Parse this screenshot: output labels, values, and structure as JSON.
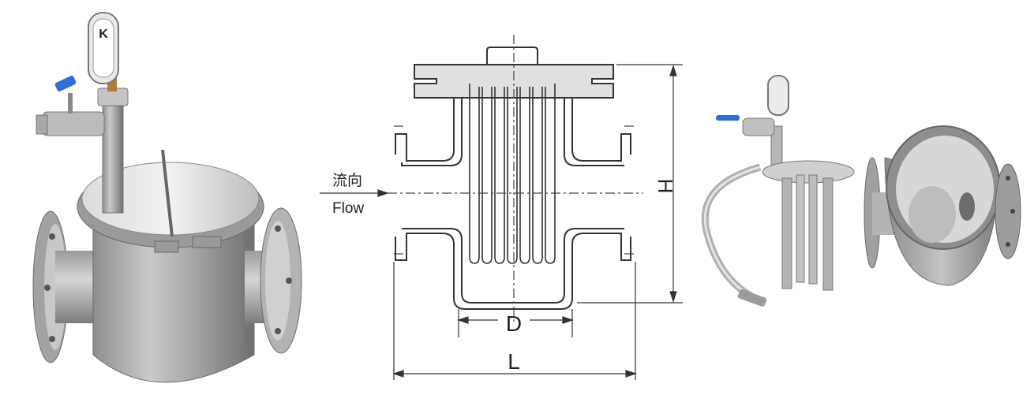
{
  "drawing": {
    "flow_cn": "流向",
    "flow_en": "Flow",
    "dim_h": "H",
    "dim_d": "D",
    "dim_l": "L"
  },
  "gauge": {
    "face_mark": "K"
  },
  "colors": {
    "steel_light": "#e4e4e4",
    "steel_mid": "#b9b9b9",
    "steel_dark": "#7a7a7a",
    "valve_handle": "#2f6fd1",
    "gauge_accent": "#d22a2a",
    "line": "#333333"
  },
  "icons": [
    "strainer-photo",
    "pressure-gauge-icon",
    "ball-valve-icon",
    "clamp-icon",
    "magnetic-rods-icon"
  ]
}
